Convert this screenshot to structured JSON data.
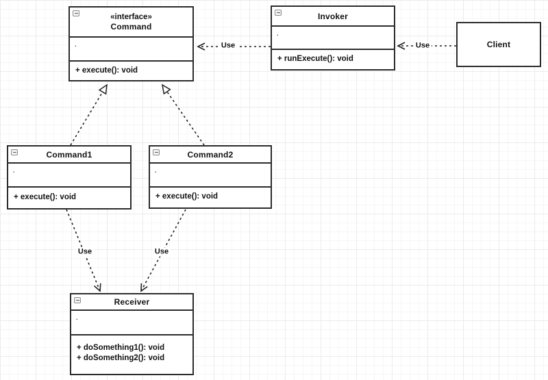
{
  "diagram": {
    "title_hint": "UML Command pattern class diagram",
    "colors": {
      "stroke": "#2b2b2b",
      "node_fill": "#ffffff",
      "grid_minor": "#f6f6f6",
      "grid_major": "#ebebeb",
      "text": "#111111"
    },
    "icons": {
      "node_collapse": "minus-box-collapse-icon"
    },
    "nodes": {
      "command_interface": {
        "stereotype": "«interface»",
        "title": "Command",
        "attributes_placeholder": ".",
        "methods": [
          "+ execute(): void"
        ]
      },
      "invoker": {
        "title": "Invoker",
        "attributes_placeholder": ".",
        "methods": [
          "+ runExecute(): void"
        ]
      },
      "client": {
        "title": "Client"
      },
      "command1": {
        "title": "Command1",
        "attributes_placeholder": ".",
        "methods": [
          "+ execute(): void"
        ]
      },
      "command2": {
        "title": "Command2",
        "attributes_placeholder": ".",
        "methods": [
          "+ execute(): void"
        ]
      },
      "receiver": {
        "title": "Receiver",
        "attributes_placeholder": ".",
        "methods": [
          "+ doSomething1(): void",
          "+ doSomething2(): void"
        ]
      }
    },
    "edges": [
      {
        "from": "Invoker",
        "to": "Command",
        "type": "dependency",
        "label": "Use"
      },
      {
        "from": "Client",
        "to": "Invoker",
        "type": "dependency",
        "label": "Use"
      },
      {
        "from": "Command1",
        "to": "Command",
        "type": "realization",
        "label": ""
      },
      {
        "from": "Command2",
        "to": "Command",
        "type": "realization",
        "label": ""
      },
      {
        "from": "Command1",
        "to": "Receiver",
        "type": "dependency",
        "label": "Use"
      },
      {
        "from": "Command2",
        "to": "Receiver",
        "type": "dependency",
        "label": "Use"
      }
    ]
  }
}
